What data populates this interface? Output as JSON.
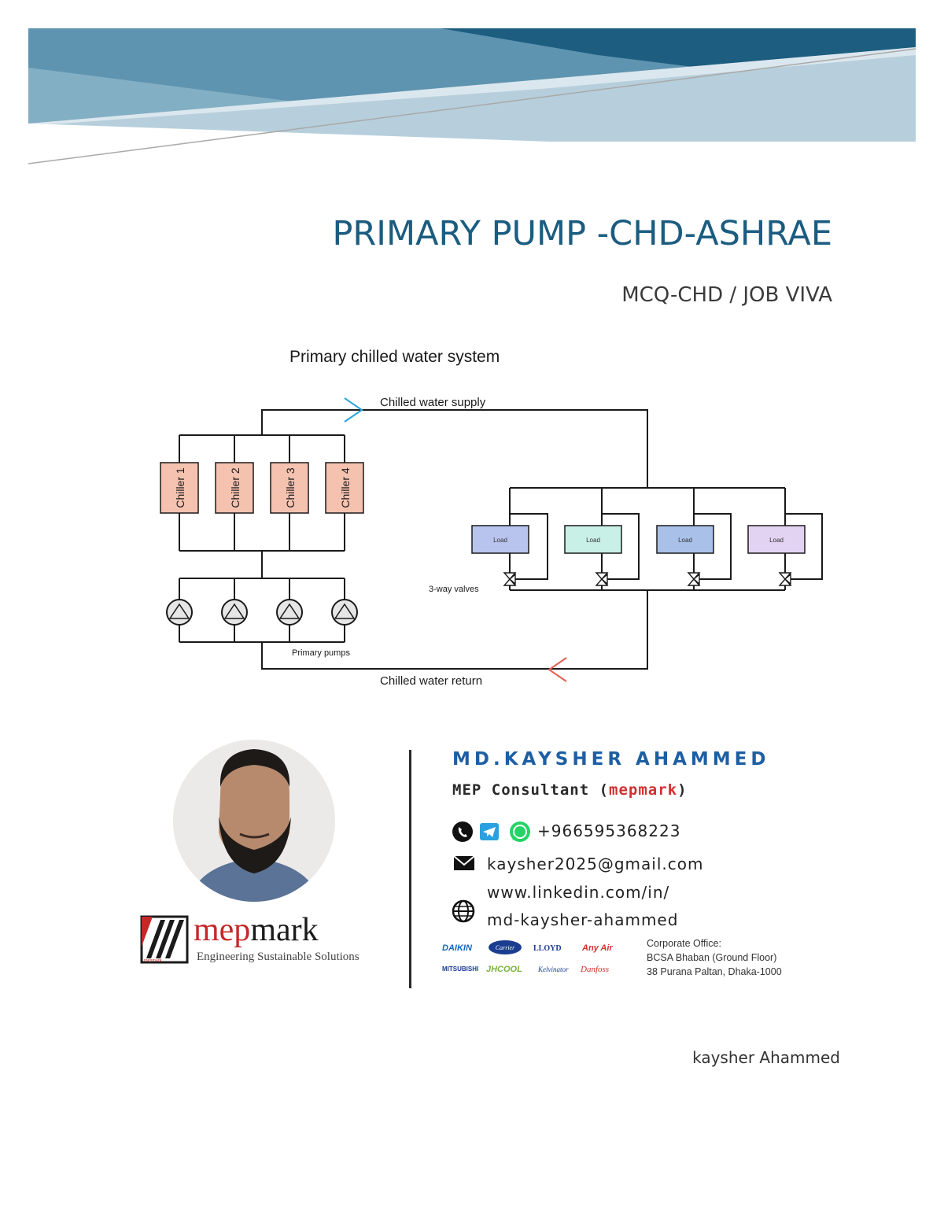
{
  "document": {
    "title": "PRIMARY PUMP -CHD-ASHRAE",
    "subtitle": "MCQ-CHD / JOB VIVA",
    "author_footer": "kaysher Ahammed"
  },
  "diagram": {
    "title": "Primary chilled water system",
    "supply_label": "Chilled water supply",
    "return_label": "Chilled water return",
    "chillers": [
      "Chiller 1",
      "Chiller 2",
      "Chiller 3",
      "Chiller 4"
    ],
    "loads": [
      "Load",
      "Load",
      "Load",
      "Load"
    ],
    "valves_label": "3-way valves",
    "pumps_label": "Primary pumps",
    "colors": {
      "chiller_fill": "#f6c2b0",
      "load_fills": [
        "#b9c4ee",
        "#c9f0e6",
        "#a9c1e8",
        "#e3d3f3"
      ],
      "supply_arrow": "#2aa3dc",
      "return_arrow": "#e06050"
    }
  },
  "card": {
    "name": "MD.KAYSHER AHAMMED",
    "role_prefix": "MEP Consultant (",
    "role_brand": "mepmark",
    "role_suffix": ")",
    "phone": "+966595368223",
    "email": "kaysher2025@gmail.com",
    "linkedin_line1": "www.linkedin.com/in/",
    "linkedin_line2": "md-kaysher-ahammed",
    "brands": [
      "DAIKIN",
      "Carrier",
      "LLOYD",
      "Any Air",
      "MITSUBISHI",
      "JHCOOL",
      "Kelvinator",
      "Danfoss"
    ],
    "corporate": {
      "heading": "Corporate Office:",
      "line1": "BCSA Bhaban (Ground Floor)",
      "line2": "38 Purana Paltan, Dhaka-1000"
    },
    "icons": [
      "phone-icon",
      "telegram-icon",
      "whatsapp-icon",
      "mail-icon",
      "globe-icon"
    ]
  },
  "logo": {
    "word_part1": "mep",
    "word_part2": "mark",
    "tagline": "Engineering Sustainable Solutions",
    "mark_text": "mepmark"
  }
}
